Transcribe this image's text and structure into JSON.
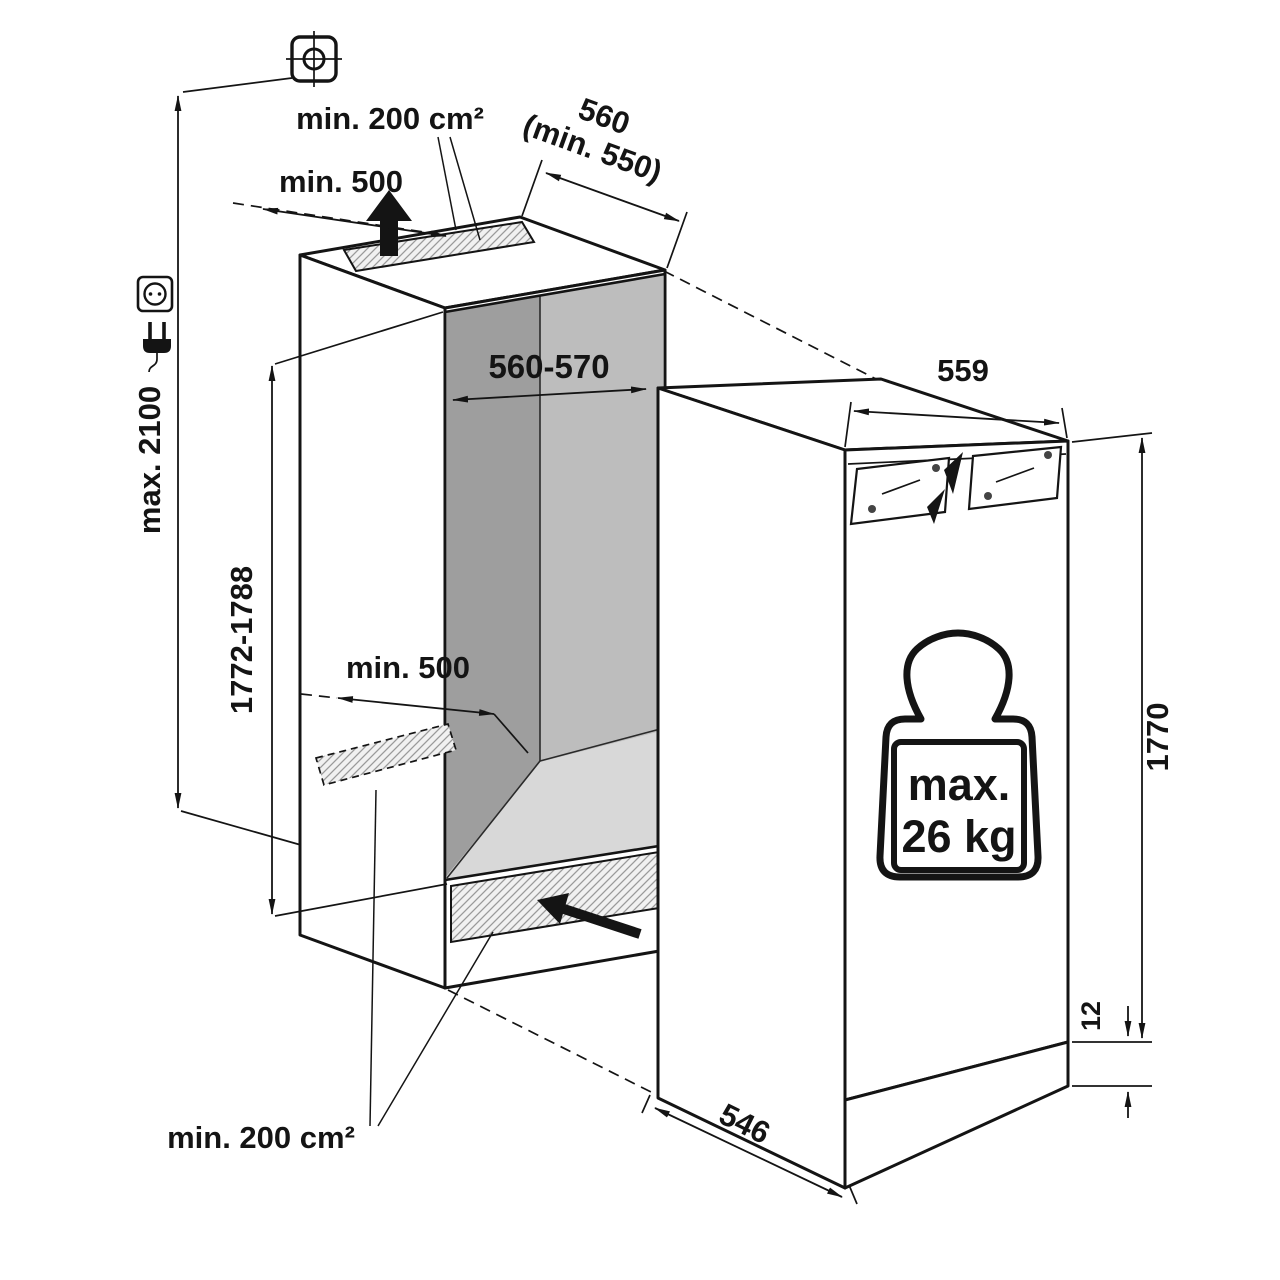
{
  "diagram": {
    "type": "built-in-appliance-installation-drawing",
    "labels": {
      "vent_top": "min. 200 cm²",
      "clearance_top": "min. 500",
      "depth_top": "560",
      "depth_top_min": "(min. 550)",
      "ceiling_height": "max. 2100",
      "niche_height": "1772-1788",
      "niche_width": "560-570",
      "clearance_bottom": "min. 500",
      "appliance_width": "559",
      "appliance_height": "1770",
      "base_gap": "12",
      "appliance_depth": "546",
      "vent_bottom": "min. 200 cm²",
      "weight_line1": "max.",
      "weight_line2": "26 kg"
    },
    "icons": [
      "screw-fixing-icon",
      "power-socket-icon",
      "power-plug-icon",
      "airflow-up-arrow-icon",
      "airflow-intake-arrow-icon",
      "max-weight-icon"
    ],
    "colors": {
      "line": "#141414",
      "interior_side_wall": "#9e9e9e",
      "interior_back_wall": "#bdbdbd",
      "interior_floor": "#d8d8d8",
      "background": "#ffffff"
    }
  }
}
